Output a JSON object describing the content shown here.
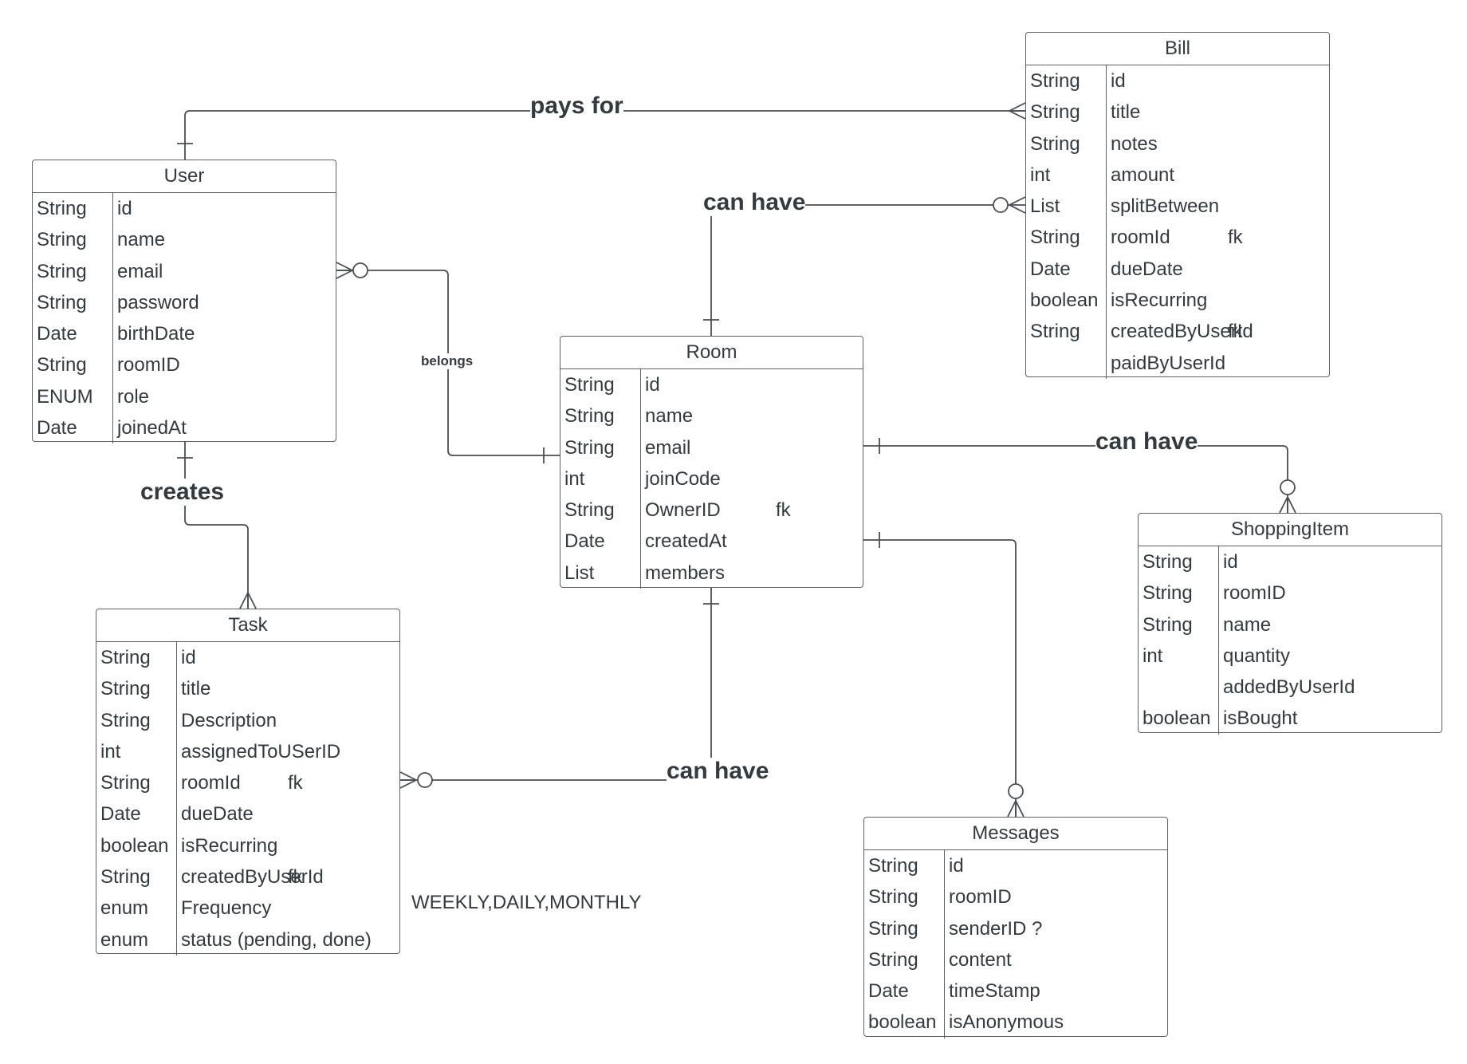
{
  "entities": {
    "bill": {
      "title": "Bill",
      "rows": [
        {
          "type": "String",
          "name": "id",
          "key": ""
        },
        {
          "type": "String",
          "name": "title",
          "key": ""
        },
        {
          "type": "String",
          "name": "notes",
          "key": ""
        },
        {
          "type": "int",
          "name": "amount",
          "key": ""
        },
        {
          "type": "List",
          "name": "splitBetween",
          "key": ""
        },
        {
          "type": "String",
          "name": "roomId",
          "key": "fk"
        },
        {
          "type": "Date",
          "name": "dueDate",
          "key": ""
        },
        {
          "type": "boolean",
          "name": "isRecurring",
          "key": ""
        },
        {
          "type": "String",
          "name": "createdByUserId",
          "key": "fk"
        },
        {
          "type": "",
          "name": "paidByUserId",
          "key": ""
        }
      ]
    },
    "user": {
      "title": "User",
      "rows": [
        {
          "type": "String",
          "name": "id",
          "key": ""
        },
        {
          "type": "String",
          "name": "name",
          "key": ""
        },
        {
          "type": "String",
          "name": "email",
          "key": ""
        },
        {
          "type": "String",
          "name": "password",
          "key": ""
        },
        {
          "type": "Date",
          "name": "birthDate",
          "key": ""
        },
        {
          "type": "String",
          "name": "roomID",
          "key": ""
        },
        {
          "type": "ENUM",
          "name": "role",
          "key": ""
        },
        {
          "type": "Date",
          "name": "joinedAt",
          "key": ""
        }
      ]
    },
    "room": {
      "title": "Room",
      "rows": [
        {
          "type": "String",
          "name": "id",
          "key": ""
        },
        {
          "type": "String",
          "name": "name",
          "key": ""
        },
        {
          "type": "String",
          "name": "email",
          "key": ""
        },
        {
          "type": "int",
          "name": "joinCode",
          "key": ""
        },
        {
          "type": "String",
          "name": "OwnerID",
          "key": "fk"
        },
        {
          "type": "Date",
          "name": "createdAt",
          "key": ""
        },
        {
          "type": "List",
          "name": "members",
          "key": ""
        }
      ]
    },
    "shopping_item": {
      "title": "ShoppingItem",
      "rows": [
        {
          "type": "String",
          "name": "id",
          "key": ""
        },
        {
          "type": "String",
          "name": "roomID",
          "key": ""
        },
        {
          "type": "String",
          "name": "name",
          "key": ""
        },
        {
          "type": "int",
          "name": "quantity",
          "key": ""
        },
        {
          "type": "",
          "name": "addedByUserId",
          "key": ""
        },
        {
          "type": "boolean",
          "name": "isBought",
          "key": ""
        }
      ]
    },
    "task": {
      "title": "Task",
      "rows": [
        {
          "type": "String",
          "name": "id",
          "key": ""
        },
        {
          "type": "String",
          "name": "title",
          "key": ""
        },
        {
          "type": "String",
          "name": "Description",
          "key": ""
        },
        {
          "type": "int",
          "name": "assignedToUSerID",
          "key": ""
        },
        {
          "type": "String",
          "name": "roomId",
          "key": "fk"
        },
        {
          "type": "Date",
          "name": "dueDate",
          "key": ""
        },
        {
          "type": "boolean",
          "name": "isRecurring",
          "key": ""
        },
        {
          "type": "String",
          "name": "createdByUserId",
          "key": "fk"
        },
        {
          "type": "enum",
          "name": "Frequency",
          "key": ""
        },
        {
          "type": "enum",
          "name": "status (pending, done)",
          "key": ""
        }
      ]
    },
    "messages": {
      "title": "Messages",
      "rows": [
        {
          "type": "String",
          "name": "id",
          "key": ""
        },
        {
          "type": "String",
          "name": "roomID",
          "key": ""
        },
        {
          "type": "String",
          "name": "senderID ?",
          "key": ""
        },
        {
          "type": "String",
          "name": "content",
          "key": ""
        },
        {
          "type": "Date",
          "name": "timeStamp",
          "key": ""
        },
        {
          "type": "boolean",
          "name": "isAnonymous",
          "key": ""
        }
      ]
    }
  },
  "relationships": {
    "user_bill": "pays for",
    "room_bill": "can have",
    "user_room": "belongs",
    "room_shopping": "can have",
    "user_task": "creates",
    "room_task": "can have"
  },
  "notes": {
    "frequency_values": "WEEKLY,DAILY,MONTHLY"
  }
}
